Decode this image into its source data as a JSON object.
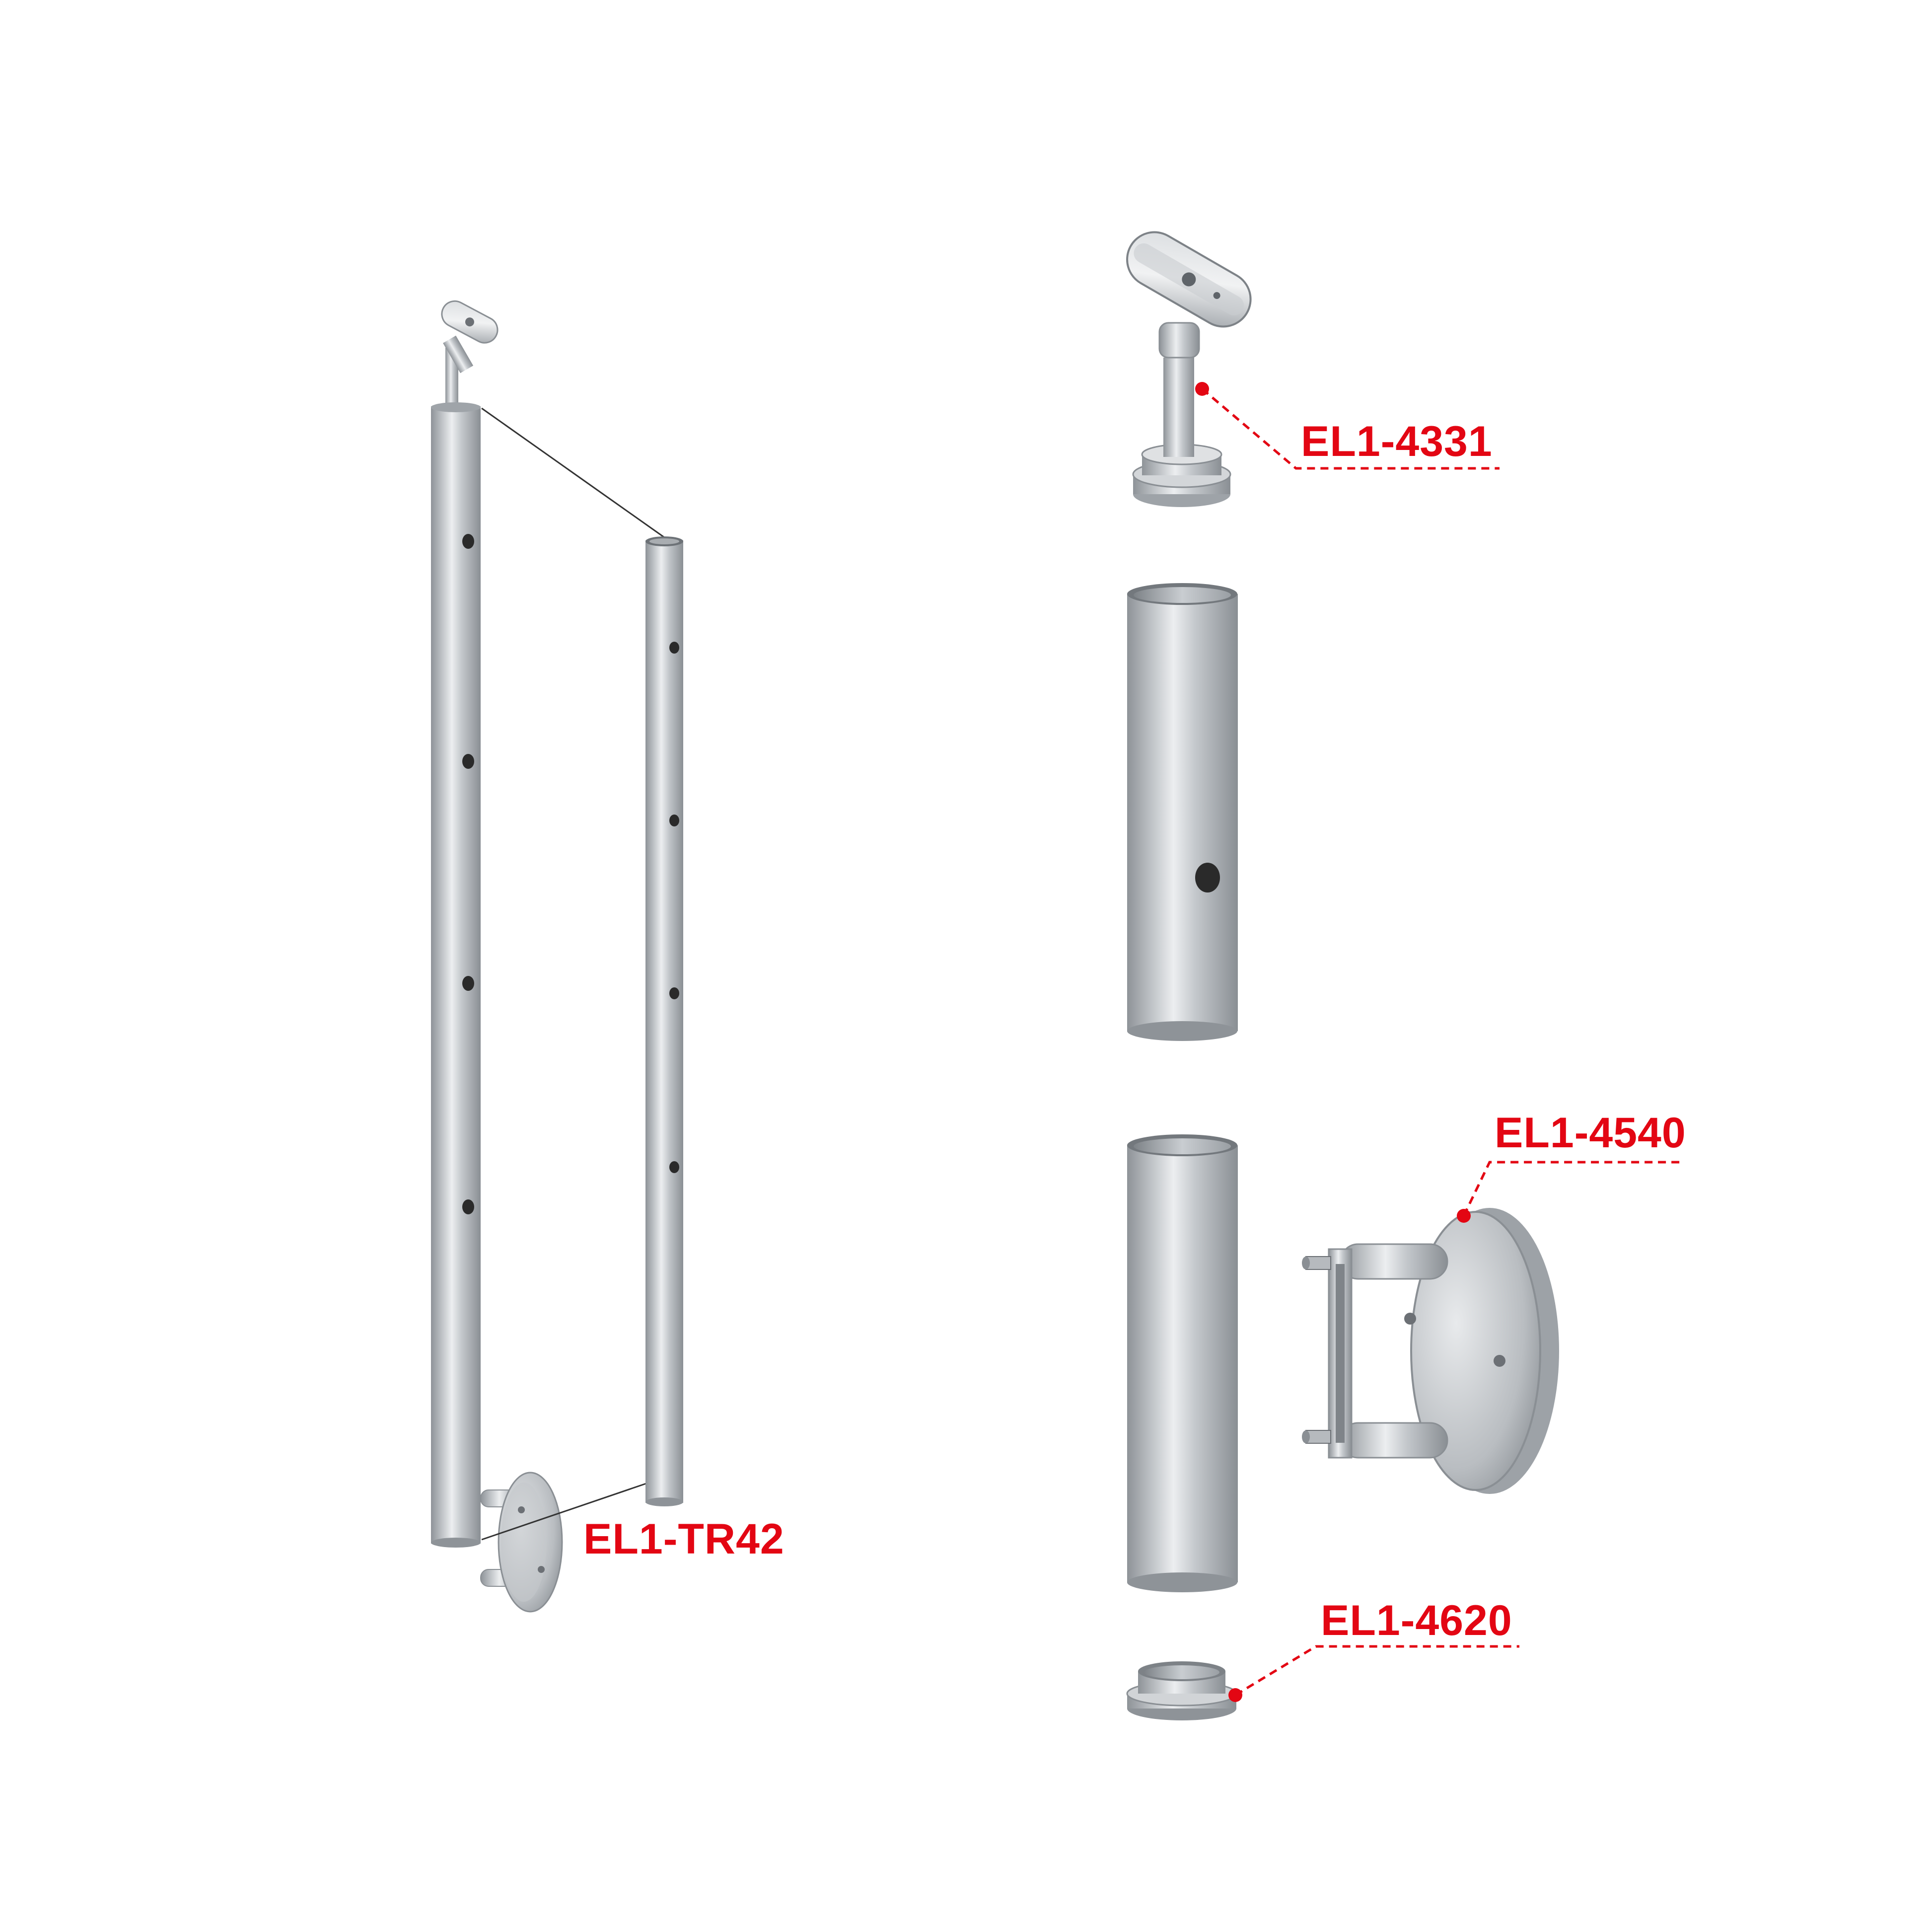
{
  "labels": {
    "tr42": "EL1-TR42",
    "p4331": "EL1-4331",
    "p4540": "EL1-4540",
    "p4620": "EL1-4620"
  },
  "colors": {
    "accent": "#e30613",
    "steel_light": "#e6e8ea",
    "steel_mid": "#b5b9bd",
    "steel_dark": "#8a8f94",
    "hole": "#2a2a2a"
  },
  "icons": {
    "post": "stainless-steel-railing-post",
    "tube": "stainless-steel-tube",
    "handrail-support": "adjustable-handrail-saddle",
    "wall-bracket": "round-wall-mount-bracket",
    "end-cap": "tube-end-cap"
  }
}
